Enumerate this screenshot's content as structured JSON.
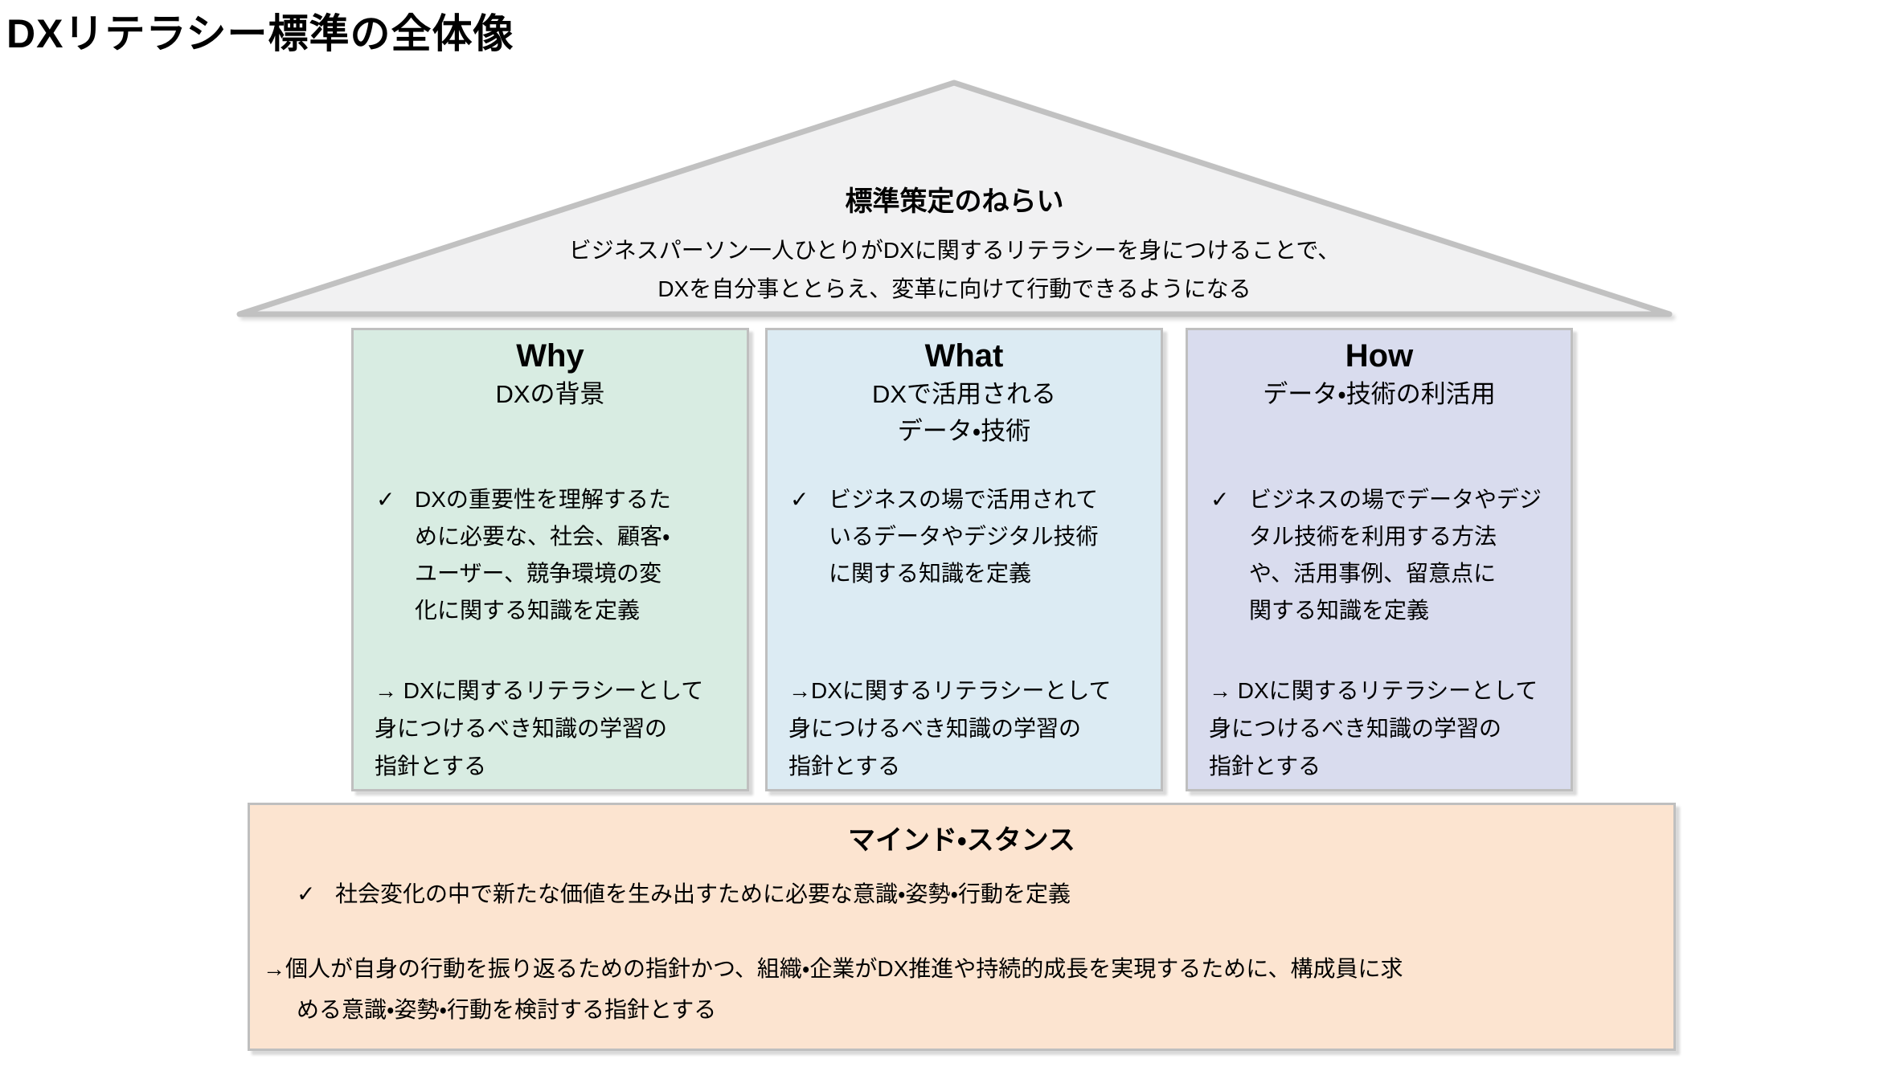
{
  "page": {
    "title": "DXリテラシー標準の全体像"
  },
  "roof": {
    "heading": "標準策定のねらい",
    "description_line1": "ビジネスパーソン一人ひとりがDXに関するリテラシーを身につけることで、",
    "description_line2": "DXを自分事ととらえ、変革に向けて行動できるようになる"
  },
  "pillars": [
    {
      "title": "Why",
      "subtitle": "DXの背景",
      "check": "✓",
      "bullet": "DXの重要性を理解するた\nめに必要な、社会、顧客・\nユーザー、競争環境の変\n化に関する知識を定義",
      "arrow": "→ DXに関するリテラシーとして\n身につけるべき知識の学習の\n指針とする"
    },
    {
      "title": "What",
      "subtitle": "DXで活用される\nデータ・技術",
      "check": "✓",
      "bullet": "ビジネスの場で活用されて\nいるデータやデジタル技術\nに関する知識を定義",
      "arrow": "→DXに関するリテラシーとして\n身につけるべき知識の学習の\n指針とする"
    },
    {
      "title": "How",
      "subtitle": "データ・技術の利活用",
      "check": "✓",
      "bullet": "ビジネスの場でデータやデジ\nタル技術を利用する方法\nや、活用事例、留意点に\n関する知識を定義",
      "arrow": "→ DXに関するリテラシーとして\n身につけるべき知識の学習の\n指針とする"
    }
  ],
  "mind_stance": {
    "heading": "マインド・スタンス",
    "check": "✓",
    "bullet": "社会変化の中で新たな価値を生み出すために必要な意識・姿勢・行動を定義",
    "arrow": "→個人が自身の行動を振り返るための指針かつ、組織・企業がDX推進や持続的成長を実現するために、構成員に求\nめる意識・姿勢・行動を検討する指針とする"
  },
  "colors": {
    "roof_bg": "#f1f1f2",
    "border_gray": "#bfbfbf",
    "pillar_why_bg": "#d8ece2",
    "pillar_what_bg": "#dcebf3",
    "pillar_how_bg": "#d9dcee",
    "mind_stance_bg": "#fce4d0",
    "text": "#000000"
  }
}
